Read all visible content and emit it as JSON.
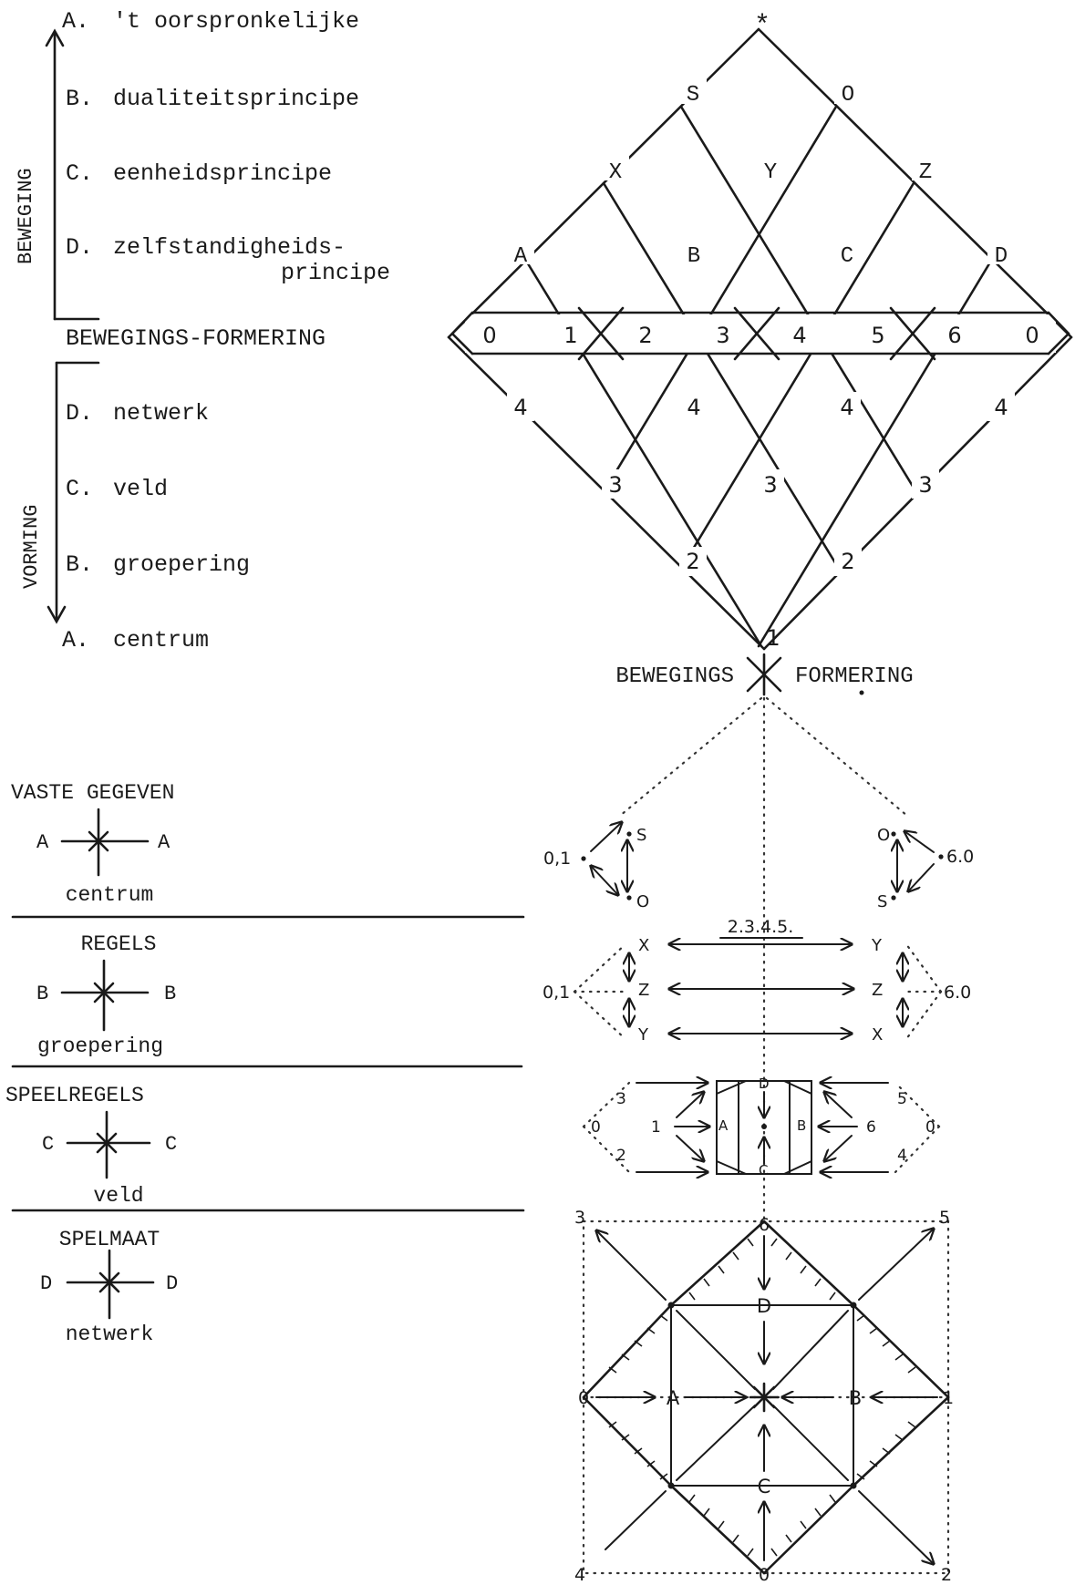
{
  "legend": {
    "beweging_label": "BEWEGING",
    "vorming_label": "VORMING",
    "top_items": [
      {
        "letter": "A.",
        "text": "'t oorspronkelijke"
      },
      {
        "letter": "B.",
        "text": "dualiteitsprincipe"
      },
      {
        "letter": "C.",
        "text": "eenheidsprincipe"
      },
      {
        "letter": "D.",
        "text": "zelfstandigheids-"
      }
    ],
    "top_item_d_line2": "principe",
    "middle_label": "BEWEGINGS-FORMERING",
    "bottom_items": [
      {
        "letter": "D.",
        "text": "netwerk"
      },
      {
        "letter": "C.",
        "text": "veld"
      },
      {
        "letter": "B.",
        "text": "groepering"
      },
      {
        "letter": "A.",
        "text": "centrum"
      }
    ]
  },
  "diamond": {
    "apex": "*",
    "row1": [
      "S",
      "O"
    ],
    "row2": [
      "X",
      "Y",
      "Z"
    ],
    "row3": [
      "A",
      "B",
      "C",
      "D"
    ],
    "band": [
      "0",
      "1",
      "2",
      "3",
      "4",
      "5",
      "6",
      "0"
    ],
    "row5": [
      "4",
      "4",
      "4",
      "4"
    ],
    "row6": [
      "3",
      "3",
      "3"
    ],
    "row7": [
      "2",
      "2"
    ],
    "bottom": "1",
    "caption_left": "BEWEGINGS",
    "caption_right": "FORMERING"
  },
  "rules": [
    {
      "title": "VASTE GEGEVEN",
      "letter": "A",
      "caption": "centrum"
    },
    {
      "title": "REGELS",
      "letter": "B",
      "caption": "groepering"
    },
    {
      "title": "SPEELREGELS",
      "letter": "C",
      "caption": "veld"
    },
    {
      "title": "SPELMAAT",
      "letter": "D",
      "caption": "netwerk"
    }
  ],
  "sketches": {
    "s1": {
      "left_label": "0,1",
      "left_top": "S",
      "left_bottom": "O",
      "right_label": "6.0",
      "right_top": "O",
      "right_bottom": "S"
    },
    "s2": {
      "top_label": "2.3.4.5.",
      "left_label": "0,1",
      "right_label": "6.0",
      "l1": "X",
      "l2": "Z",
      "l3": "Y",
      "r1": "Y",
      "r2": "Z",
      "r3": "X"
    },
    "s3": {
      "l0": "0",
      "l1": "1",
      "l2": "2",
      "l3": "3",
      "cA": "A",
      "cB": "B",
      "cD": "D",
      "cC": "C",
      "r6": "6",
      "r0": "0",
      "r5": "5",
      "r4": "4"
    },
    "s4": {
      "tl": "3",
      "tm": "6",
      "tr": "5",
      "ml": "0",
      "mr": "1",
      "bl": "4",
      "bm": "0",
      "br": "2",
      "A": "A",
      "B": "B",
      "C": "C",
      "D": "D"
    }
  }
}
